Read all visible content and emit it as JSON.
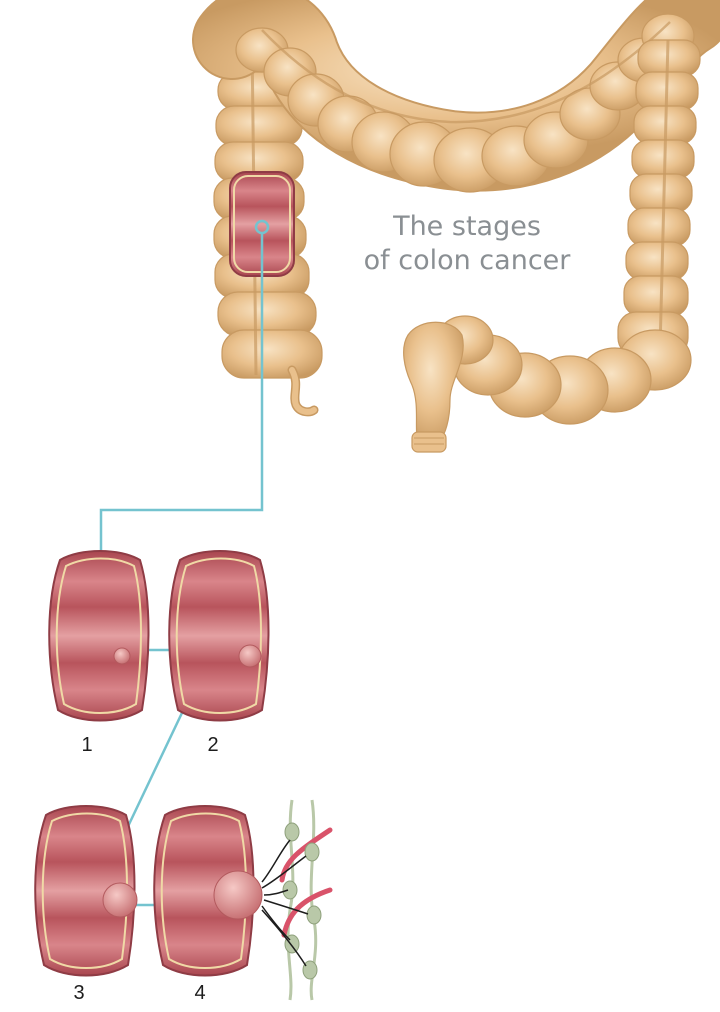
{
  "title": {
    "line1": "The stages",
    "line2": "of colon cancer"
  },
  "stages": [
    {
      "label": "1"
    },
    {
      "label": "2"
    },
    {
      "label": "3"
    },
    {
      "label": "4"
    }
  ],
  "colors": {
    "colon": "#e9c08c",
    "colon_shadow": "#c89a62",
    "tissue": "#c8636a",
    "tissue_dark": "#8f3c45",
    "tissue_light": "#e6a0a2",
    "tissue_rim": "#f0d9a6",
    "arrow": "#74c3cf",
    "label_text": "#8a8f93",
    "lymph_node": "#b9c8a8",
    "vessel": "#d9536a"
  }
}
